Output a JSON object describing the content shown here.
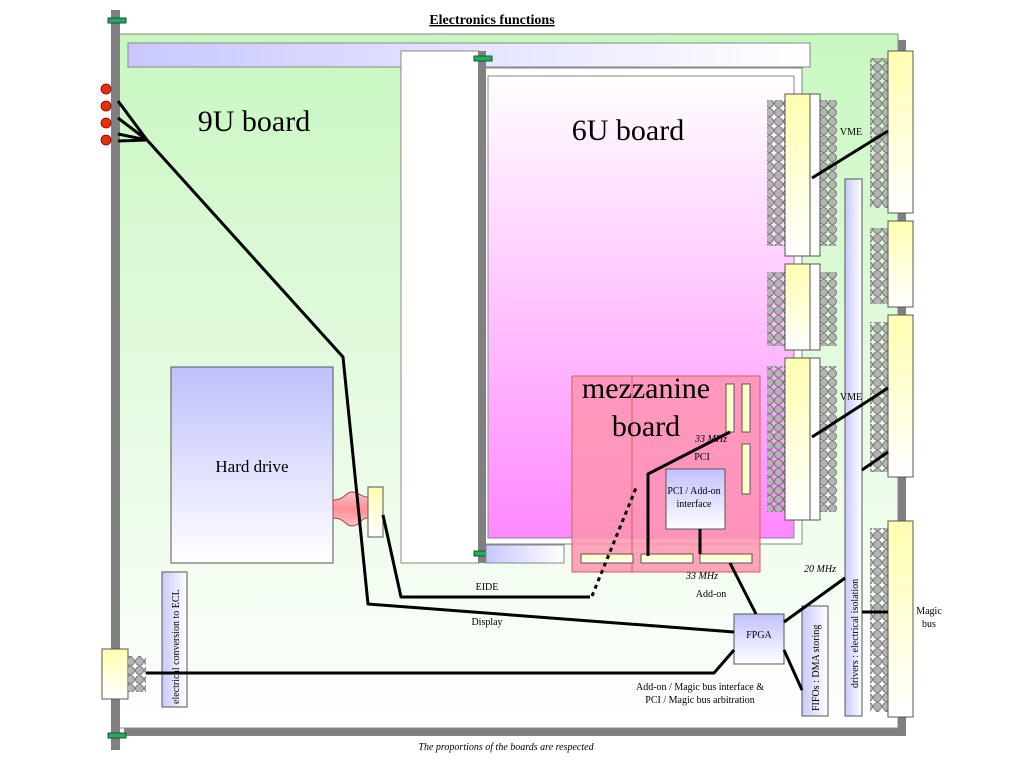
{
  "title": "Electronics functions",
  "footer": "The proportions of the boards are respected",
  "boards": {
    "board_9u": "9U board",
    "board_6u": "6U board",
    "mezzanine_line1": "mezzanine",
    "mezzanine_line2": "board"
  },
  "components": {
    "hard_drive": "Hard drive",
    "pci_addon_line1": "PCI  / Add-on",
    "pci_addon_line2": "interface",
    "fpga": "FPGA",
    "fifos": "FIFOs : DMA storing",
    "drivers": "drivers : electrical isolation",
    "ecl": "electrical conversion to ECL"
  },
  "labels": {
    "vme_top": "VME",
    "vme_mid": "VME",
    "freq_33_pci": "33 MHz",
    "pci": "PCI",
    "freq_33_addon": "33 MHz",
    "addon": "Add-on",
    "freq_20": "20 MHz",
    "eide": "EIDE",
    "display": "Display",
    "magic_line1": "Magic",
    "magic_line2": "bus",
    "arb_line1": "Add-on  / Magic bus  interface &",
    "arb_line2": "PCI / Magic bus arbitration"
  },
  "colors": {
    "board_9u_top": "#c8f7c0",
    "board_6u_top": "#ff88ff",
    "mezzanine": "#ff9aaf",
    "chip_blue": "#c8c8ff",
    "connector_yellow": "#ffffa0",
    "pin_grey": "#b0b0b0",
    "panel_grey": "#808080"
  }
}
